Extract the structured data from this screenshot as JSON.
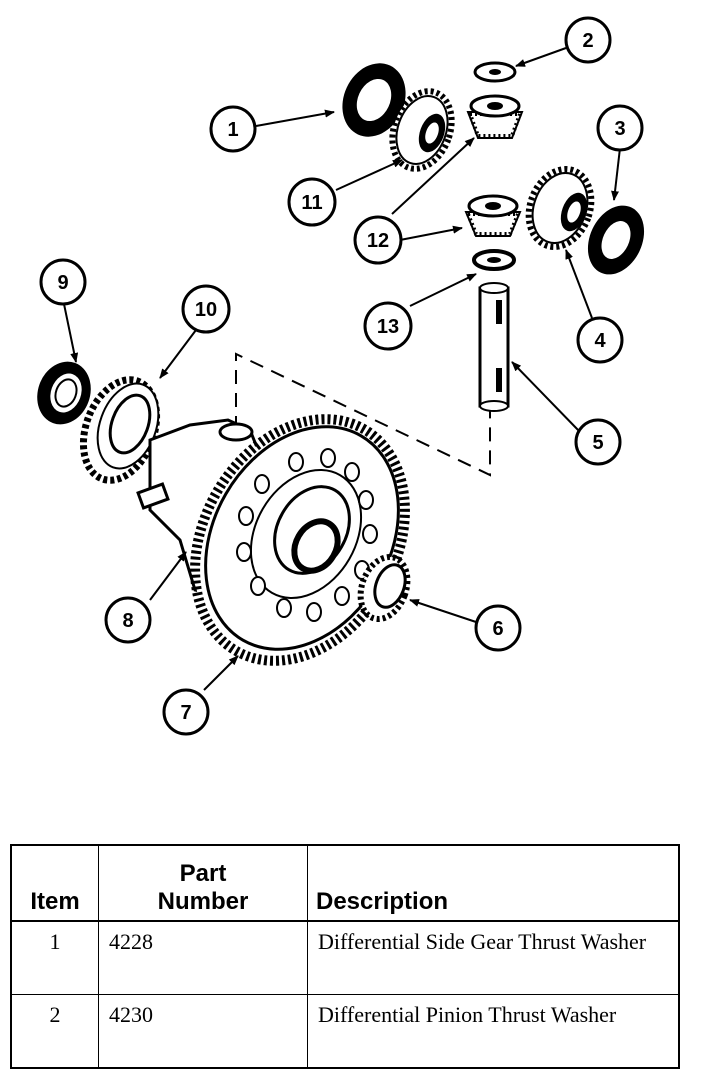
{
  "callouts": [
    {
      "id": "1",
      "label": "1"
    },
    {
      "id": "2",
      "label": "2"
    },
    {
      "id": "3",
      "label": "3"
    },
    {
      "id": "4",
      "label": "4"
    },
    {
      "id": "5",
      "label": "5"
    },
    {
      "id": "6",
      "label": "6"
    },
    {
      "id": "7",
      "label": "7"
    },
    {
      "id": "8",
      "label": "8"
    },
    {
      "id": "9",
      "label": "9"
    },
    {
      "id": "10",
      "label": "10"
    },
    {
      "id": "11",
      "label": "11"
    },
    {
      "id": "12",
      "label": "12"
    },
    {
      "id": "13",
      "label": "13"
    }
  ],
  "table": {
    "headers": {
      "item": "Item",
      "part_line1": "Part",
      "part_line2": "Number",
      "description": "Description"
    },
    "rows": [
      {
        "item": "1",
        "part_number": "4228",
        "description": "Differential Side Gear Thrust Washer"
      },
      {
        "item": "2",
        "part_number": "4230",
        "description": "Differential Pinion Thrust Washer"
      }
    ]
  }
}
